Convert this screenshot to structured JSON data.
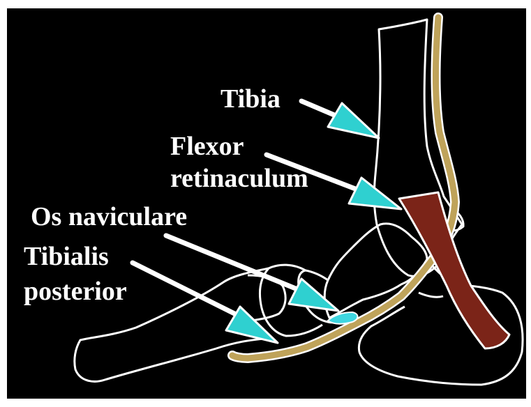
{
  "labels": {
    "tibia": "Tibia",
    "flexor_line1": "Flexor",
    "flexor_line2": "retinaculum",
    "os_naviculare": "Os naviculare",
    "tibialis_line1": "Tibialis",
    "tibialis_line2": "posterior"
  },
  "colors": {
    "background": "#000000",
    "frame": "#ffffff",
    "outline": "#ffffff",
    "tendon_sheath": "#bfa35a",
    "retinaculum": "#7b2418",
    "arrowhead": "#2fd0d0",
    "navicular_highlight": "#3fd6e0",
    "label_text": "#ffffff"
  }
}
